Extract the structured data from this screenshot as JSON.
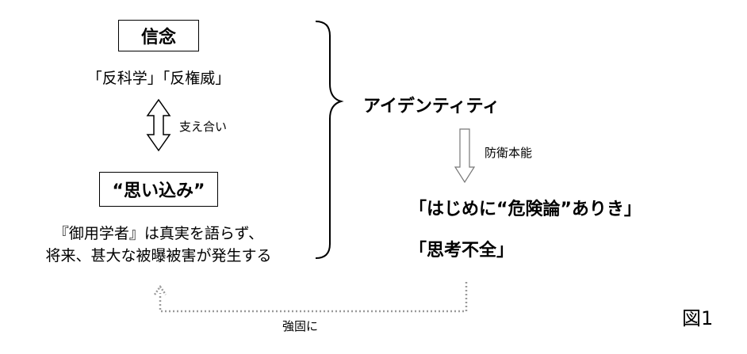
{
  "left": {
    "belief_title": "信念",
    "belief_sub": "「反科学」「反権威」",
    "support_label": "支え合い",
    "assumption_title": "“思い込み”",
    "assumption_line1": "『御用学者』は真実を語らず、",
    "assumption_line2": "将来、甚大な被曝被害が発生する"
  },
  "right": {
    "identity": "アイデンティティ",
    "defense_label": "防衛本能",
    "danger_theory": "「はじめに“危険論”ありき」",
    "thinking_failure": "「思考不全」"
  },
  "feedback_label": "強固に",
  "figure_label": "図1"
}
